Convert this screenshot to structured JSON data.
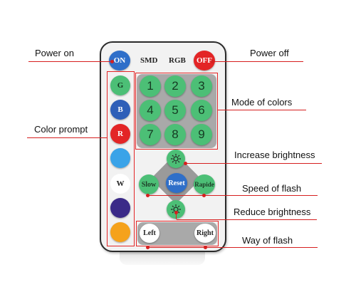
{
  "remote": {
    "header": {
      "on": "ON",
      "smd": "SMD",
      "rgb": "RGB",
      "off": "OFF"
    },
    "color_buttons": [
      {
        "label": "G",
        "color": "#4cbf76"
      },
      {
        "label": "B",
        "color": "#2f5fb8"
      },
      {
        "label": "R",
        "color": "#e32526"
      },
      {
        "label": "",
        "color": "#3aa3e8"
      },
      {
        "label": "W",
        "color": "#ffffff"
      },
      {
        "label": "",
        "color": "#3b2a88"
      },
      {
        "label": "",
        "color": "#f5a21b"
      }
    ],
    "number_pad": [
      "1",
      "2",
      "3",
      "4",
      "5",
      "6",
      "7",
      "8",
      "9"
    ],
    "slow": "Slow",
    "reset": "Reset",
    "rapide": "Rapide",
    "left": "Left",
    "right": "Right"
  },
  "callouts": {
    "power_on": "Power on",
    "power_off": "Power off",
    "color_prompt": "Color prompt",
    "mode_of_colors": "Mode of colors",
    "increase_brightness": "Increase brightness",
    "speed_of_flash": "Speed of flash",
    "reduce_brightness": "Reduce brightness",
    "way_of_flash": "Way of flash"
  },
  "colors": {
    "accent_line": "#d61f1f",
    "green_button": "#4cbf76",
    "grey_panel": "#a9a9a9"
  }
}
